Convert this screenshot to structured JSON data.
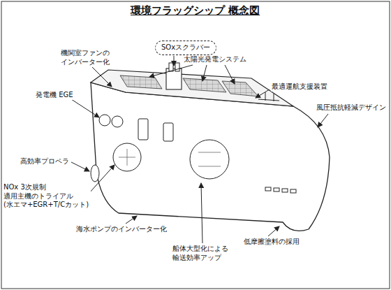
{
  "diagram": {
    "title": "環境フラッグシップ 概念図",
    "nodes": [
      {
        "text": [
          "SOxスクラバー"
        ]
      }
    ],
    "labels": [
      "機関室ファンの インバーター化",
      "太陽光発電システム",
      "最適運航支援装置",
      "発電機 EGE",
      "風圧抵抗軽減デザイン",
      "高効率プロペラ",
      "NOx 3次規制 適用主機のトライアル (水エマ+EGR+T/Cカット)",
      "海水ポンプのインバーター化",
      "船体大型化による 輸送効率アップ",
      "低摩擦塗料の採用"
    ]
  }
}
